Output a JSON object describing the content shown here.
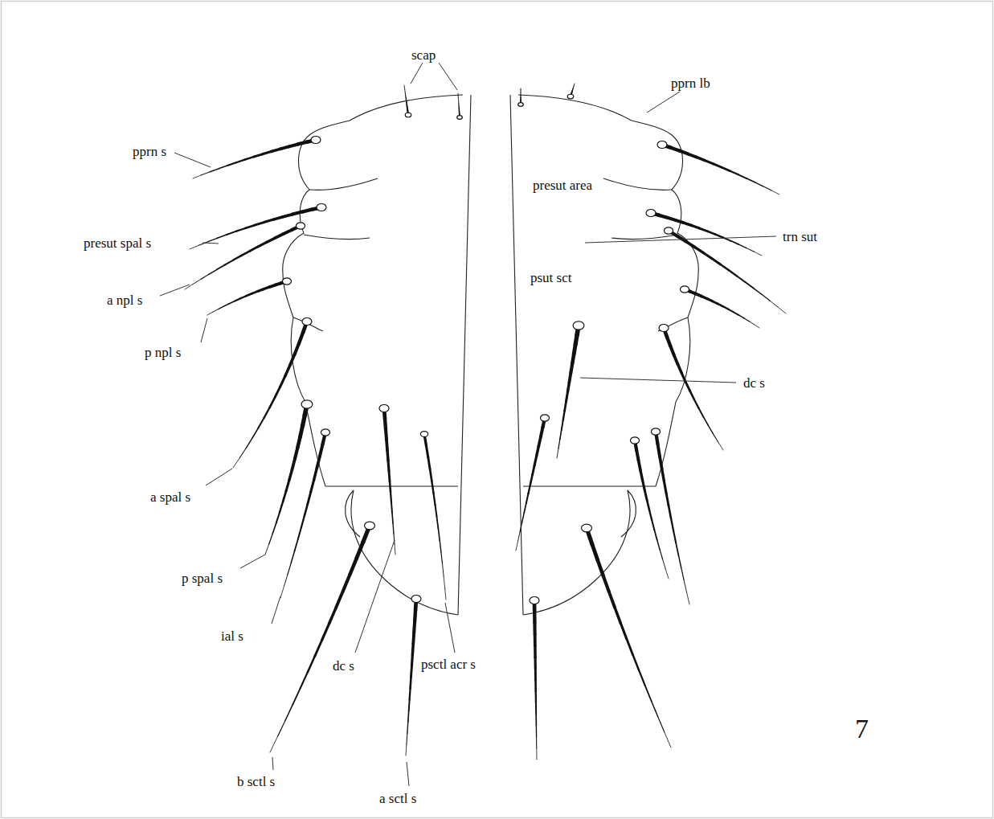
{
  "diagram": {
    "labels": [
      "scap",
      "pprn s",
      "presut spal s",
      "a npl s",
      "p npl s",
      "a spal s",
      "p spal s",
      "ial s",
      "dc s",
      "psctl acr s",
      "b sctl s",
      "a sctl s",
      "pprn lb",
      "presut area",
      "trn sut",
      "psut sct",
      "dc s",
      "7"
    ]
  }
}
